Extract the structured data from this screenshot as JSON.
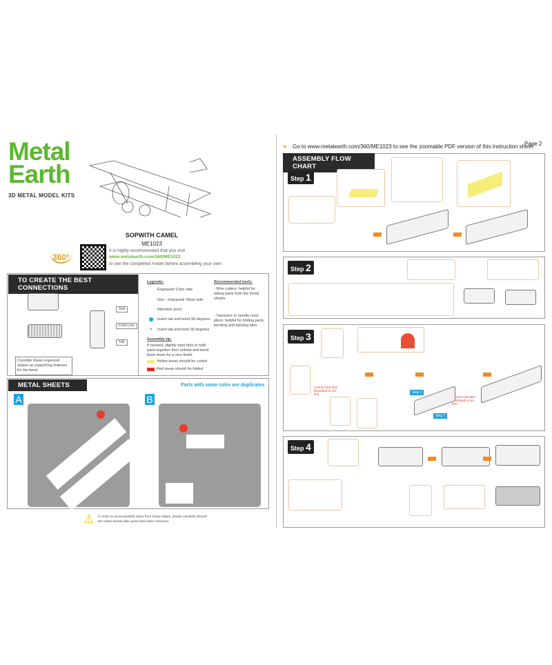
{
  "brand": {
    "line1": "Metal",
    "line2": "Earth",
    "tagline": "3D METAL MODEL KITS",
    "accent": "#5cb82e"
  },
  "model": {
    "name": "SOPWITH CAMEL",
    "code": "ME1023",
    "badge": "360°",
    "rec1": "It is highly recommended that you visit",
    "url": "www.metalearth.com/360/ME1023",
    "rec2": "to see the completed model before assembling your own"
  },
  "connections": {
    "title": "TO CREATE THE BEST CONNECTIONS",
    "note": "Consider these engraved stripes as supporting features for the bend",
    "labels": [
      "Slot",
      "Fold Line",
      "Tab"
    ],
    "legends_title": "Legends:",
    "legends": [
      "Engraved/ Color side",
      "Non - engraved/ Silver side",
      "Attention point",
      "Insert tab and bend 90 degrees",
      "Insert tab and twist 90 degrees"
    ],
    "tip_title": "Assembly tip:",
    "tip": "If needed, slightly twist tabs to hold parts together then untwist and bend them down for a nice finish.",
    "yellow": "Yellow areas should be curled",
    "redarea": "Red areas should be folded",
    "tools_title": "Recommended tools:",
    "tool1": "- Wire cutters: helpful for taking parts from the metal sheets.",
    "tool2": "- Tweezers or needle nose pliers: helpful for folding parts, bending and twisting tabs."
  },
  "sheets": {
    "title": "METAL SHEETS",
    "note": "Parts with same color are duplicates",
    "a": "A",
    "b": "B",
    "warning": "In order to avoid possible injury from sharp edges, please carefully discard the metal sheets after parts have been removed."
  },
  "right": {
    "goto": "Go to www.metalearth.com/360/ME1023 to see the zoomable PDF version of this instruction sheet",
    "page": "Page 2",
    "flow": "ASSEMBLY FLOW CHART",
    "steps": [
      {
        "label": "Step",
        "n": "1"
      },
      {
        "label": "Step",
        "n": "2"
      },
      {
        "label": "Step",
        "n": "3"
      },
      {
        "label": "Step",
        "n": "4"
      }
    ],
    "connect_note": "Connect the tabs illustrated in red first",
    "ref1": "Step 1",
    "ref2": "Step 2"
  }
}
